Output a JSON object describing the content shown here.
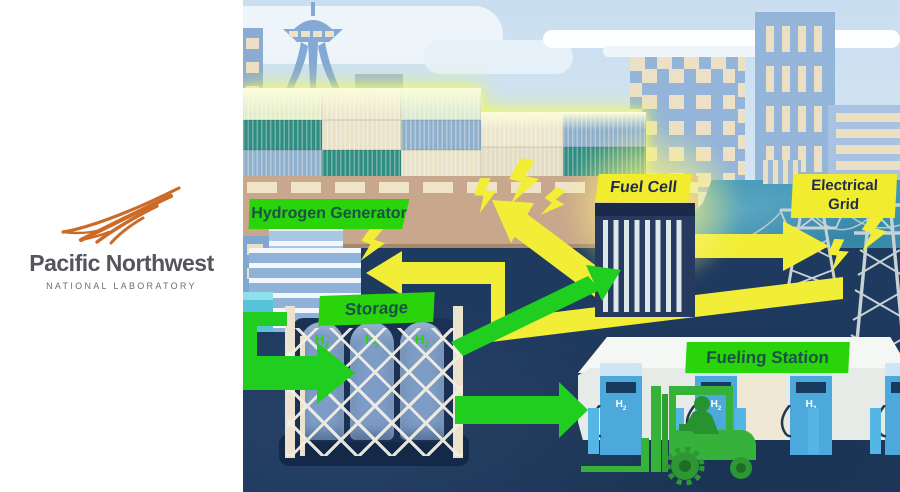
{
  "logo": {
    "title": "Pacific Northwest",
    "subtitle": "NATIONAL LABORATORY"
  },
  "diagram": {
    "labels": {
      "hydrogen_generator": "Hydrogen Generator",
      "storage": "Storage",
      "fuel_cell": "Fuel Cell",
      "electrical_grid_line1": "Electrical",
      "electrical_grid_line2": "Grid",
      "fueling_station": "Fueling Station"
    },
    "tank_label": {
      "base": "H",
      "sub": "2"
    },
    "dispenser_label": {
      "base": "H",
      "sub": "2"
    },
    "colors": {
      "label_green": "#29d40a",
      "label_yellow": "#f1ec2e",
      "arrow_green": "#1fce1f",
      "arrow_yellow": "#f2ee38",
      "water_navy": "#1e3a5f",
      "water_teal": "#3f97b8",
      "logo_orange": "#cc6a28"
    }
  }
}
